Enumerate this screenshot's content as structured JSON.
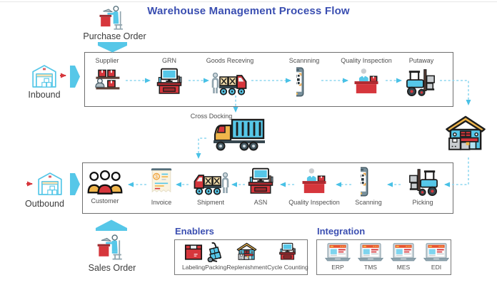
{
  "title": "Warehouse Management Process Flow",
  "annotations": {
    "purchase_order": "Purchase Order",
    "sales_order": "Sales Order",
    "inbound": "Inbound",
    "outbound": "Outbound",
    "cross_docking": "Cross Docking"
  },
  "inbound_flow": {
    "steps": [
      {
        "label": "Supplier",
        "icon": "supplier-shelf-icon"
      },
      {
        "label": "GRN",
        "icon": "computer-desk-icon"
      },
      {
        "label": "Goods Receving",
        "icon": "receiving-truck-icon"
      },
      {
        "label": "Scannning",
        "icon": "barcode-phone-icon"
      },
      {
        "label": "Quality Inspection",
        "icon": "inspection-desk-icon"
      },
      {
        "label": "Putaway",
        "icon": "forklift-icon"
      }
    ]
  },
  "outbound_flow": {
    "steps": [
      {
        "label": "Customer",
        "icon": "customers-icon"
      },
      {
        "label": "Invoice",
        "icon": "invoice-icon"
      },
      {
        "label": "Shipment",
        "icon": "shipment-truck-icon"
      },
      {
        "label": "ASN",
        "icon": "computer-desk-icon"
      },
      {
        "label": "Quality Inspection",
        "icon": "inspection-desk-icon"
      },
      {
        "label": "Scanning",
        "icon": "barcode-phone-icon"
      },
      {
        "label": "Picking",
        "icon": "forklift-icon"
      }
    ]
  },
  "enablers": {
    "title": "Enablers",
    "items": [
      {
        "label": "Labeling",
        "icon": "label-box-icon"
      },
      {
        "label": "Packing",
        "icon": "hand-truck-icon"
      },
      {
        "label": "Replenishment",
        "icon": "mini-warehouse-icon"
      },
      {
        "label": "Cycle Counting",
        "icon": "register-desk-icon"
      }
    ]
  },
  "integration": {
    "title": "Integration",
    "items": [
      {
        "label": "ERP",
        "icon": "laptop-browser-icon"
      },
      {
        "label": "TMS",
        "icon": "laptop-browser-icon"
      },
      {
        "label": "MES",
        "icon": "laptop-browser-icon"
      },
      {
        "label": "EDI",
        "icon": "laptop-browser-icon"
      }
    ]
  },
  "colors": {
    "title_blue": "#3A4EB1",
    "icon_cyan": "#56C7E8",
    "icon_red": "#D6363C",
    "icon_orange": "#F0B64B",
    "connector_cyan": "#8ED7F0",
    "connector_red": "#D6363C",
    "box_border": "#6f6f6f",
    "label_gray": "#4f4f4f"
  }
}
